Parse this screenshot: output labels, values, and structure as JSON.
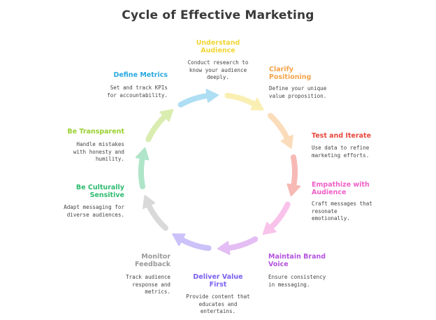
{
  "title": "Cycle of Effective Marketing",
  "colors": {
    "understand": "#f2d535",
    "clarify": "#f5a34a",
    "test": "#e8473c",
    "empathize": "#ef5fc7",
    "maintain": "#b452df",
    "deliver": "#7a5ff0",
    "monitor": "#9a9a9a",
    "sensitive": "#2dbb6f",
    "transparent": "#9ad030",
    "metrics": "#2aa9df"
  },
  "steps": [
    {
      "id": "understand",
      "label": "Understand Audience",
      "desc": "Conduct research to know your audience deeply."
    },
    {
      "id": "clarify",
      "label": "Clarify Positioning",
      "desc": "Define your unique value proposition."
    },
    {
      "id": "test",
      "label": "Test and Iterate",
      "desc": "Use data to refine marketing efforts."
    },
    {
      "id": "empathize",
      "label": "Empathize with Audience",
      "desc": "Craft messages that resonate emotionally."
    },
    {
      "id": "maintain",
      "label": "Maintain Brand Voice",
      "desc": "Ensure consistency in messaging."
    },
    {
      "id": "deliver",
      "label": "Deliver Value First",
      "desc": "Provide content that educates and entertains."
    },
    {
      "id": "monitor",
      "label": "Monitor Feedback",
      "desc": "Track audience response and metrics."
    },
    {
      "id": "sensitive",
      "label": "Be Culturally Sensitive",
      "desc": "Adapt messaging for diverse audiences."
    },
    {
      "id": "transparent",
      "label": "Be Transparent",
      "desc": "Handle mistakes with honesty and humility."
    },
    {
      "id": "metrics",
      "label": "Define Metrics",
      "desc": "Set and track KPIs for accountability."
    }
  ]
}
